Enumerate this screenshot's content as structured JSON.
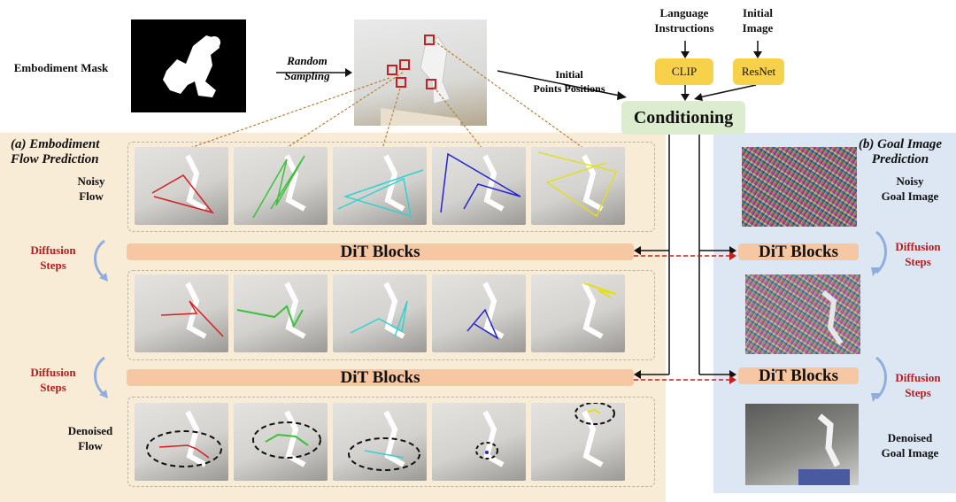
{
  "top": {
    "embodiment_mask_label": "Embodiment Mask",
    "random_sampling_label": "Random\nSampling",
    "initial_points_label": "Initial\nPoints Positions",
    "language_label": "Language\nInstructions",
    "initial_image_label": "Initial\nImage",
    "clip_label": "CLIP",
    "resnet_label": "ResNet",
    "conditioning_label": "Conditioning"
  },
  "panel_a": {
    "title": "(a) Embodiment\nFlow Prediction",
    "noisy_flow_label": "Noisy\nFlow",
    "denoised_flow_label": "Denoised\nFlow",
    "diffusion_steps_label": "Diffusion\nSteps",
    "dit_label": "DiT Blocks"
  },
  "panel_b": {
    "title": "(b) Goal Image\nPrediction",
    "noisy_goal_label": "Noisy\nGoal Image",
    "denoised_goal_label": "Denoised\nGoal Image",
    "diffusion_steps_label": "Diffusion\nSteps",
    "dit_label": "DiT Blocks"
  },
  "colors": {
    "flow_colors": [
      "#d62020",
      "#3bc23b",
      "#35d0d0",
      "#2626d0",
      "#e0e020"
    ],
    "panel_a_bg": "#f8ecd6",
    "panel_b_bg": "#dde7f3",
    "dit_block": "#f5c7a2",
    "conditioning": "#dceccf",
    "encoder_box": "#f7d14a",
    "dashed_arrow": "#c81e1e"
  }
}
